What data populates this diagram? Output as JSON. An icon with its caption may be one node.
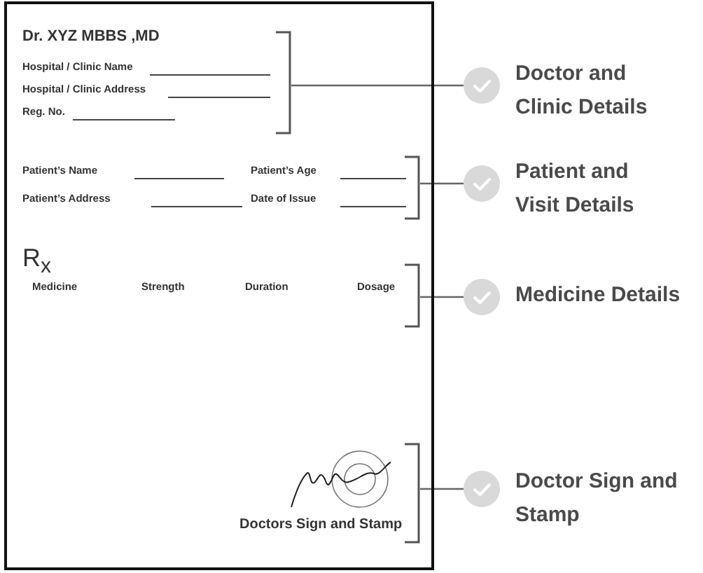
{
  "diagram": {
    "nodes": [
      {
        "text": [],
        "shape": "box"
      },
      {
        "text": [
          "Dr. XYZ MBBS ,MD",
          "Hospital / Clinic Name",
          "Hospital / Clinic Address",
          "Reg. No."
        ],
        "in": 0
      },
      {
        "text": [
          "Patient’s Name",
          "Patient’s Age",
          "Patient’s Address",
          "Date of Issue"
        ],
        "in": 0
      },
      {
        "text": [
          "Medicine",
          "Strength",
          "Duration",
          "Dosage"
        ],
        "in": 0
      },
      {
        "text": [
          "Doctors Sign and Stamp"
        ],
        "in": 0
      },
      {
        "text": [
          "Doctor and Clinic Details"
        ]
      },
      {
        "text": [
          "Patient and Visit Details"
        ]
      },
      {
        "text": [
          "Medicine Details"
        ]
      },
      {
        "text": [
          "Doctor Sign and Stamp"
        ]
      }
    ],
    "edges": [
      {
        "from": 1,
        "to": 5,
        "arrow": "none"
      },
      {
        "from": 2,
        "to": 6,
        "arrow": "none"
      },
      {
        "from": 3,
        "to": 7,
        "arrow": "none"
      },
      {
        "from": 4,
        "to": 8,
        "arrow": "none"
      }
    ],
    "labels": [
      "R$_{x}$"
    ]
  }
}
